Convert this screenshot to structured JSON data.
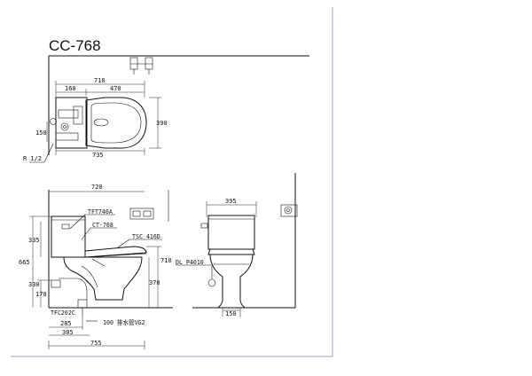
{
  "title": "CC-768",
  "top_view": {
    "dims": {
      "overall_width": "710",
      "tank_depth": "160",
      "seat_depth": "470",
      "width": "390",
      "inlet_offset": "150",
      "total_depth": "735"
    },
    "callout": "R 1/2"
  },
  "side_view": {
    "dims": {
      "top_width": "720",
      "tank_height": "335",
      "overall_height": "665",
      "inlet_height": "330",
      "bottom_gap": "170",
      "seat_height": "710",
      "rim_height": "370",
      "outlet_285": "285",
      "outlet_305": "305",
      "overall_depth": "755"
    },
    "labels": {
      "tank_part": "TFT740A",
      "model": "CT-768",
      "seat_part": "TSC 416D",
      "valve_part": "TFC202C",
      "drain": "100 排水管VG2"
    }
  },
  "front_view": {
    "dims": {
      "width": "395",
      "outlet_width": "150"
    },
    "labels": {
      "flush_part": "DL P4010"
    }
  }
}
